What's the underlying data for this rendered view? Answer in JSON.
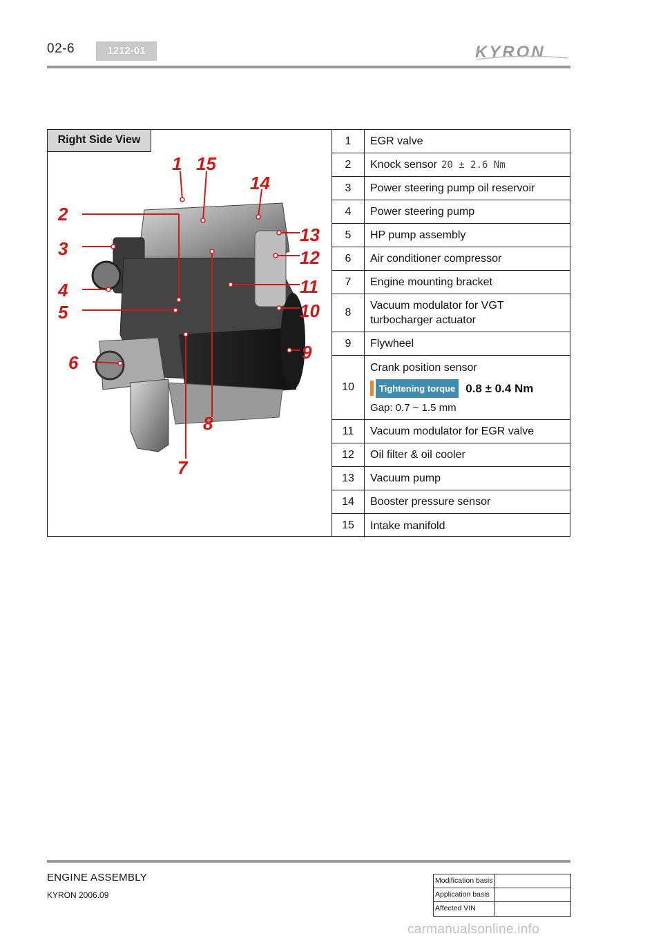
{
  "header": {
    "page_number": "02-6",
    "code": "1212-01",
    "brand": "KYRON"
  },
  "figure": {
    "title": "Right Side View",
    "callouts": [
      "1",
      "2",
      "3",
      "4",
      "5",
      "6",
      "7",
      "8",
      "9",
      "10",
      "11",
      "12",
      "13",
      "14",
      "15"
    ]
  },
  "parts": [
    {
      "num": "1",
      "name": "EGR valve"
    },
    {
      "num": "2",
      "name": "Knock sensor",
      "spec": "20 ± 2.6 Nm"
    },
    {
      "num": "3",
      "name": "Power steering pump oil reservoir"
    },
    {
      "num": "4",
      "name": "Power steering pump"
    },
    {
      "num": "5",
      "name": "HP pump assembly"
    },
    {
      "num": "6",
      "name": "Air conditioner compressor"
    },
    {
      "num": "7",
      "name": "Engine mounting bracket"
    },
    {
      "num": "8",
      "name": "Vacuum modulator for VGT turbocharger actuator"
    },
    {
      "num": "9",
      "name": "Flywheel"
    },
    {
      "num": "10",
      "name": "Crank position sensor",
      "torque_label": "Tightening torque",
      "torque_value": "0.8 ± 0.4 Nm",
      "gap": "Gap: 0.7 ~ 1.5 mm"
    },
    {
      "num": "11",
      "name": "Vacuum modulator for EGR valve"
    },
    {
      "num": "12",
      "name": "Oil filter & oil cooler"
    },
    {
      "num": "13",
      "name": "Vacuum pump"
    },
    {
      "num": "14",
      "name": "Booster pressure sensor"
    },
    {
      "num": "15",
      "name": "Intake manifold"
    }
  ],
  "footer": {
    "section": "ENGINE ASSEMBLY",
    "model": "KYRON 2006.09",
    "basis": [
      "Modification basis",
      "Application basis",
      "Affected VIN"
    ],
    "watermark": "carmanualsonline.info"
  }
}
